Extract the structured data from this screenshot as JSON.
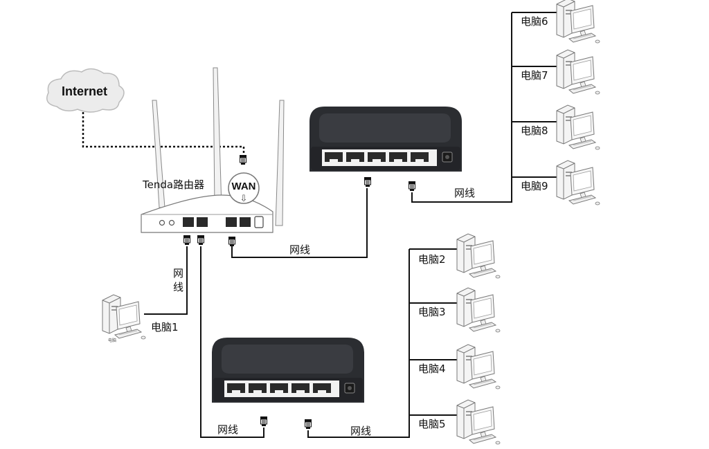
{
  "cloud": {
    "label": "Internet"
  },
  "router": {
    "brand_label": "Tenda路由器",
    "wan_label": "WAN",
    "wan_arrow": "⇩"
  },
  "cables": {
    "router_to_switch_top": "网线",
    "switch_top_to_pcs": "网线",
    "router_to_pc1_char1": "网",
    "router_to_pc1_char2": "线",
    "router_to_switch_bottom": "网线",
    "switch_bottom_to_pcs": "网线"
  },
  "computers": {
    "pc1": "电脑1",
    "pc1_caption": "电脑",
    "pc2": "电脑2",
    "pc3": "电脑3",
    "pc4": "电脑4",
    "pc5": "电脑5",
    "pc6": "电脑6",
    "pc7": "电脑7",
    "pc8": "电脑8",
    "pc9": "电脑9"
  },
  "colors": {
    "switch_body": "#2b2d31",
    "switch_top": "#3a3c41",
    "line": "#111111",
    "device_outline": "#777777"
  }
}
